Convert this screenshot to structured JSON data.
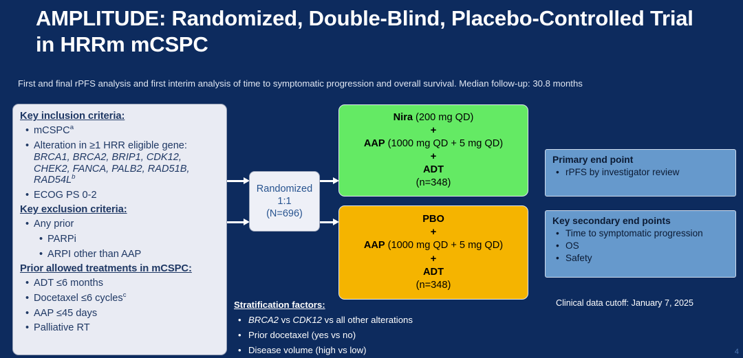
{
  "slide": {
    "title": "AMPLITUDE: Randomized, Double-Blind, Placebo-Controlled Trial in HRRm mCSPC",
    "subtitle": "First and final rPFS analysis and first interim analysis of time to symptomatic progression and overall survival. Median follow-up: 30.8 months",
    "number": "4",
    "background_color": "#0d2b5e"
  },
  "criteria": {
    "inclusion_heading": "Key inclusion criteria:",
    "inclusion_items": [
      "mCSPC",
      "Alteration in ≥1 HRR eligible gene:",
      "ECOG PS 0-2"
    ],
    "mcspc_superscript": "a",
    "genes_line1": "BRCA1, BRCA2, BRIP1, CDK12,",
    "genes_line2": "CHEK2, FANCA, PALB2, RAD51B,",
    "genes_line3": "RAD54L",
    "genes_superscript": "b",
    "exclusion_heading": "Key exclusion criteria:",
    "exclusion_items": [
      "Any prior"
    ],
    "exclusion_subitems": [
      "PARPi",
      "ARPI other than AAP"
    ],
    "prior_heading": "Prior allowed treatments in mCSPC:",
    "prior_items": [
      "ADT ≤6 months",
      "Docetaxel ≤6 cycles",
      "AAP ≤45 days",
      "Palliative RT"
    ],
    "docetaxel_superscript": "c",
    "background_color": "#e9ebf3",
    "text_color": "#1f3864"
  },
  "randomization": {
    "line1": "Randomized",
    "line2": "1:1",
    "line3": "(N=696)",
    "background_color": "#eef0f7",
    "text_color": "#27538f"
  },
  "arms": [
    {
      "name": "experimental-arm",
      "drug1": "Nira",
      "dose1": " (200 mg QD)",
      "plus": "+",
      "drug2": "AAP",
      "dose2": " (1000 mg QD + 5 mg QD)",
      "drug3": "ADT",
      "n": "(n=348)",
      "color": "#64ea64"
    },
    {
      "name": "control-arm",
      "drug1": "PBO",
      "dose1": "",
      "plus": "+",
      "drug2": "AAP",
      "dose2": " (1000 mg QD + 5 mg QD)",
      "drug3": "ADT",
      "n": "(n=348)",
      "color": "#f5b400"
    }
  ],
  "endpoints": {
    "primary_heading": "Primary end point",
    "primary_items": [
      "rPFS by investigator review"
    ],
    "secondary_heading": "Key secondary end points",
    "secondary_items": [
      "Time to symptomatic progression",
      "OS",
      "Safety"
    ],
    "background_color": "#6699cc"
  },
  "stratification": {
    "heading": "Stratification factors:",
    "item1_gene1": "BRCA2",
    "item1_mid": " vs ",
    "item1_gene2": "CDK12",
    "item1_tail": " vs all other alterations",
    "item2": "Prior docetaxel (yes vs no)",
    "item3": "Disease volume (high vs low)"
  },
  "footer": {
    "cutoff": "Clinical data cutoff: January 7, 2025"
  }
}
